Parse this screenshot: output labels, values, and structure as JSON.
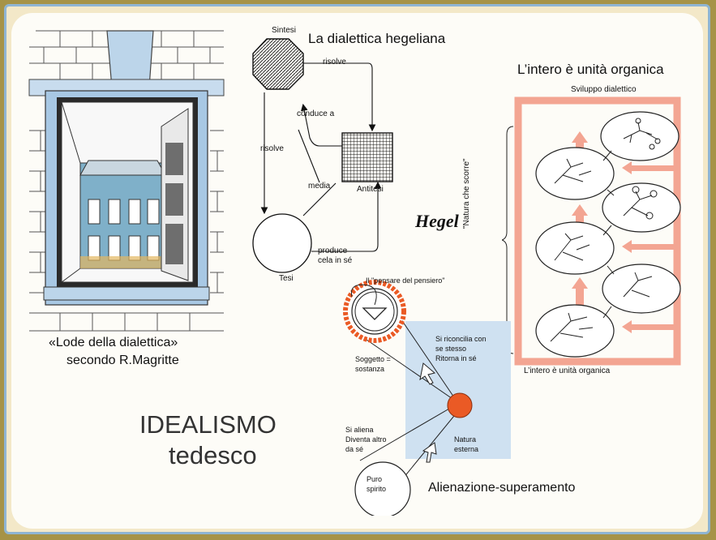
{
  "magritte": {
    "caption_line1": "«Lode della dialettica»",
    "caption_line2": "secondo R.Magritte"
  },
  "dialectic": {
    "title": "La dialettica hegeliana",
    "sintesi": "Sintesi",
    "antitesi": "Antitesi",
    "tesi": "Tesi",
    "risolve_top": "risolve",
    "risolve_left": "risolve",
    "conduce_a": "conduce a",
    "media": "media",
    "produce_line1": "produce",
    "produce_line2": "cela in sé"
  },
  "hegel_label": "Hegel",
  "organic": {
    "title": "L’intero è unità organica",
    "sviluppo": "Sviluppo dialettico",
    "natura_che_scorre": "\"Natura che scorre\"",
    "bottom": "L’intero è unità organica"
  },
  "alienation": {
    "pensare": "Il \"pensare del pensiero\"",
    "riconcilia_line1": "Si riconcilia con",
    "riconcilia_line2": "se stesso",
    "riconcilia_line3": "Ritorna in sé",
    "soggetto_line1": "Soggetto =",
    "soggetto_line2": "sostanza",
    "aliena_line1": "Si aliena",
    "aliena_line2": "Diventa altro",
    "aliena_line3": "da sé",
    "natura_line1": "Natura",
    "natura_line2": "esterna",
    "puro_line1": "Puro",
    "puro_line2": "spirito",
    "title": "Alienazione-superamento"
  },
  "main_title": {
    "line1": "IDEALISMO",
    "line2": "tedesco"
  },
  "colors": {
    "pink_arrow": "#f3a592",
    "orange_circle": "#ea5a25",
    "light_blue": "#cfe1f1",
    "window_blue": "#a8c8e4"
  }
}
